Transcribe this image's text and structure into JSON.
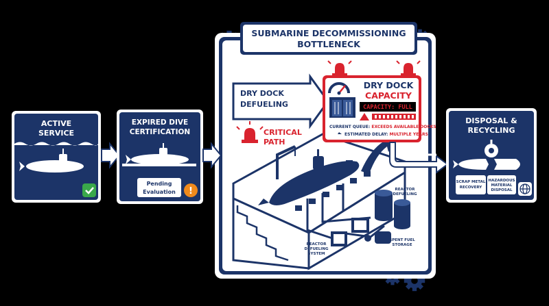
{
  "colors": {
    "navy": "#1c3468",
    "red": "#d9232e",
    "white": "#ffffff",
    "black": "#000000",
    "green": "#3aa84a",
    "orange": "#f08a1c"
  },
  "title": {
    "line1": "SUBMARINE DECOMMISSIONING",
    "line2": "BOTTLENECK"
  },
  "stages": {
    "active": {
      "line1": "ACTIVE",
      "line2": "SERVICE",
      "badge_icon": "checkmark-icon"
    },
    "expired": {
      "line1": "EXPIRED DIVE",
      "line2": "CERTIFICATION",
      "pending_line1": "Pending",
      "pending_line2": "Evaluation",
      "badge_icon": "warning-icon"
    },
    "defueling": {
      "line1": "DRY DOCK",
      "line2": "DEFUELING"
    },
    "critical": {
      "line1": "CRITICAL",
      "line2": "PATH",
      "icon": "siren-icon"
    },
    "capacity": {
      "line1": "DRY DOCK",
      "line2": "CAPACITY",
      "status": "CAPACITY: FULL",
      "queue_label": "CURRENT QUEUE:",
      "queue_value": "EXCEEDS AVAILABLE DOCKS",
      "delay_label": "ESTIMATED DELAY:",
      "delay_value": "MULTIPLE YEARS"
    },
    "disposal": {
      "line1": "DISPOSAL &",
      "line2": "RECYCLING",
      "scrap_line1": "SCRAP METAL",
      "scrap_line2": "RECOVERY",
      "hazard_line1": "HAZARDOUS",
      "hazard_line2": "MATERIAL",
      "hazard_line3": "DISPOSAL",
      "badge_icon": "globe-icon"
    }
  },
  "labels": {
    "reactor_defueling_system": {
      "line1": "REACTOR",
      "line2": "DEFUELING",
      "line3": "SYSTEM"
    },
    "reactor_defueling": {
      "line1": "REACTOR",
      "line2": "DEFUELING"
    },
    "spent_fuel_storage": {
      "line1": "SPENT FUEL",
      "line2": "STORAGE"
    }
  }
}
